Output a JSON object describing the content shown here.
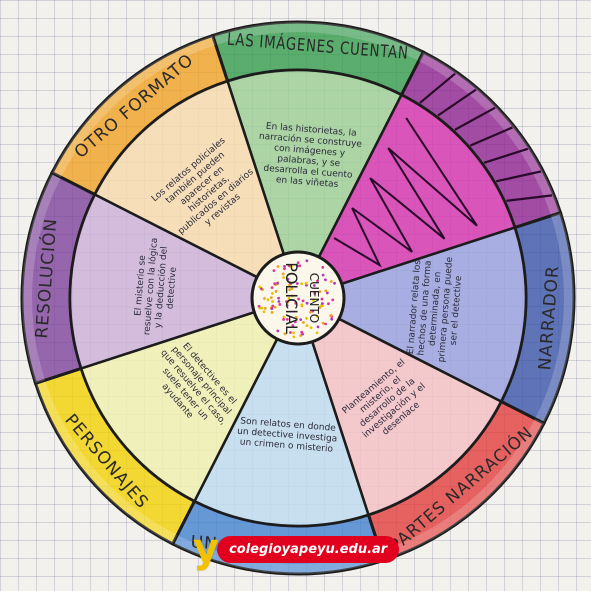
{
  "hub": {
    "label_top": "CUENTO",
    "label_bottom": "POLICIAL"
  },
  "rim_segments": [
    {
      "label": "LAS IMÁGENES CUENTAN",
      "color": "#2f9a4a"
    },
    {
      "label": "",
      "color": "#8a1f8e"
    },
    {
      "label": "NARRADOR",
      "color": "#3450a8"
    },
    {
      "label": "PARTES NARRACIÓN",
      "color": "#e23a3a"
    },
    {
      "label": "UN CASO POLICIAL",
      "color": "#3d7fd0"
    },
    {
      "label": "PERSONAJES",
      "color": "#f2d100"
    },
    {
      "label": "RESOLUCIÓN",
      "color": "#7a3f9a"
    },
    {
      "label": "OTRO FORMATO",
      "color": "#f0a020"
    }
  ],
  "sectors": [
    {
      "color": "#9fcf98",
      "text": "En las historietas, la narración se construye con imágenes y palabras, y se desarrolla el cuento en las viñetas"
    },
    {
      "color": "#d43ab0",
      "text": ""
    },
    {
      "color": "#9aa2de",
      "text": "El narrador relata los hechos de una forma determinada, en primera persona puede ser el detective"
    },
    {
      "color": "#f3c2c6",
      "text": "Planteamiento, el misterio, el desarrollo de la investigación y el desenlace"
    },
    {
      "color": "#bfdcef",
      "text": "Son relatos en donde un detective investiga un crimen o misterio"
    },
    {
      "color": "#eef0b0",
      "text": "El detective es el personaje principal que resuelve el caso, suele tener un ayudante"
    },
    {
      "color": "#cdb3d8",
      "text": "El misterio se resuelve con la lógica y la deducción del detective"
    },
    {
      "color": "#f6dbae",
      "text": "Los relatos policiales también pueden aparecer en historietas, publicados en diarios y revistas"
    }
  ],
  "watermark": {
    "logo": "y",
    "site": "colegioyapeyu.edu.ar"
  }
}
